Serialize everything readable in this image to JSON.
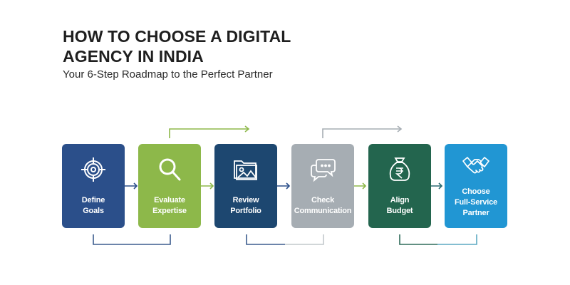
{
  "header": {
    "title_line1": "HOW TO CHOOSE A DIGITAL",
    "title_line2": "AGENCY IN INDIA",
    "subtitle": "Your 6-Step Roadmap to the Perfect Partner"
  },
  "steps": [
    {
      "line1": "Define",
      "line2": "Goals",
      "line3": "",
      "icon": "target-icon",
      "color": "#2B4F8A"
    },
    {
      "line1": "Evaluate",
      "line2": "Expertise",
      "line3": "",
      "icon": "magnifier-icon",
      "color": "#8DB84A"
    },
    {
      "line1": "Review",
      "line2": "Portfolio",
      "line3": "",
      "icon": "image-folder-icon",
      "color": "#1D4770"
    },
    {
      "line1": "Check",
      "line2": "Communication",
      "line3": "",
      "icon": "chat-bubbles-icon",
      "color": "#A6ADB3"
    },
    {
      "line1": "Align",
      "line2": "Budget",
      "line3": "",
      "icon": "rupee-bag-icon",
      "color": "#23654E"
    },
    {
      "line1": "Choose",
      "line2": "Full-Service",
      "line3": "Partner",
      "icon": "handshake-icon",
      "color": "#2196D3"
    }
  ],
  "connectors": {
    "arrow_colors": [
      "#2B4F8A",
      "#8DB84A",
      "#2B4F8A",
      "#8DB84A",
      "#2B6A72"
    ],
    "top_arrow_colors": [
      "#8DB84A",
      "#A6ADB3"
    ],
    "bottom_bracket_colors": [
      "#3B5C8E",
      "#3B5C8E",
      "#5BA9C2"
    ]
  }
}
